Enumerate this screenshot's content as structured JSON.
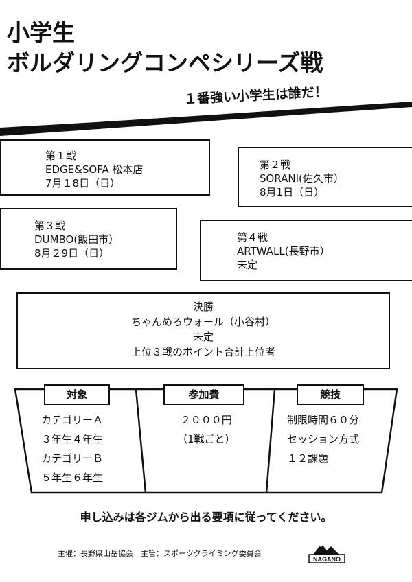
{
  "title": {
    "line1": "小学生",
    "line2": "ボルダリングコンペシリーズ戦"
  },
  "tagline": "１番強い小学生は誰だ！",
  "rounds": [
    {
      "label": "第１戦",
      "venue": "EDGE&SOFA 松本店",
      "date": "7月１8日（日）"
    },
    {
      "label": "第２戦",
      "venue": "SORANI(佐久市）",
      "date": "8月1日（日）"
    },
    {
      "label": "第３戦",
      "venue": "DUMBO(飯田市）",
      "date": "8月２9日（日）"
    },
    {
      "label": "第４戦",
      "venue": "ARTWALL(長野市）",
      "date": "未定"
    }
  ],
  "final": {
    "label": "決勝",
    "venue": "ちゃんめろウォール（小谷村）",
    "date": "未定",
    "condition": "上位３戦のポイント合計上位者"
  },
  "columns": {
    "target": {
      "heading": "対象",
      "lines": [
        "カテゴリーＡ",
        "３年生４年生",
        "カテゴリーＢ",
        "５年生６年生"
      ]
    },
    "fee": {
      "heading": "参加費",
      "lines": [
        "２０００円",
        "（1戦ごと）"
      ]
    },
    "competition": {
      "heading": "競技",
      "lines": [
        "制限時間６０分",
        "セッション方式",
        "１２課題"
      ]
    }
  },
  "notice": "申し込みは各ジムから出る要項に従ってください。",
  "footer": "主催：長野県山岳協会　主管：スポーツクライミング委員会",
  "logo": {
    "text": "NAGANO",
    "icon": "mountain-logo-icon"
  },
  "colors": {
    "ink": "#111111",
    "paper": "#ffffff"
  }
}
